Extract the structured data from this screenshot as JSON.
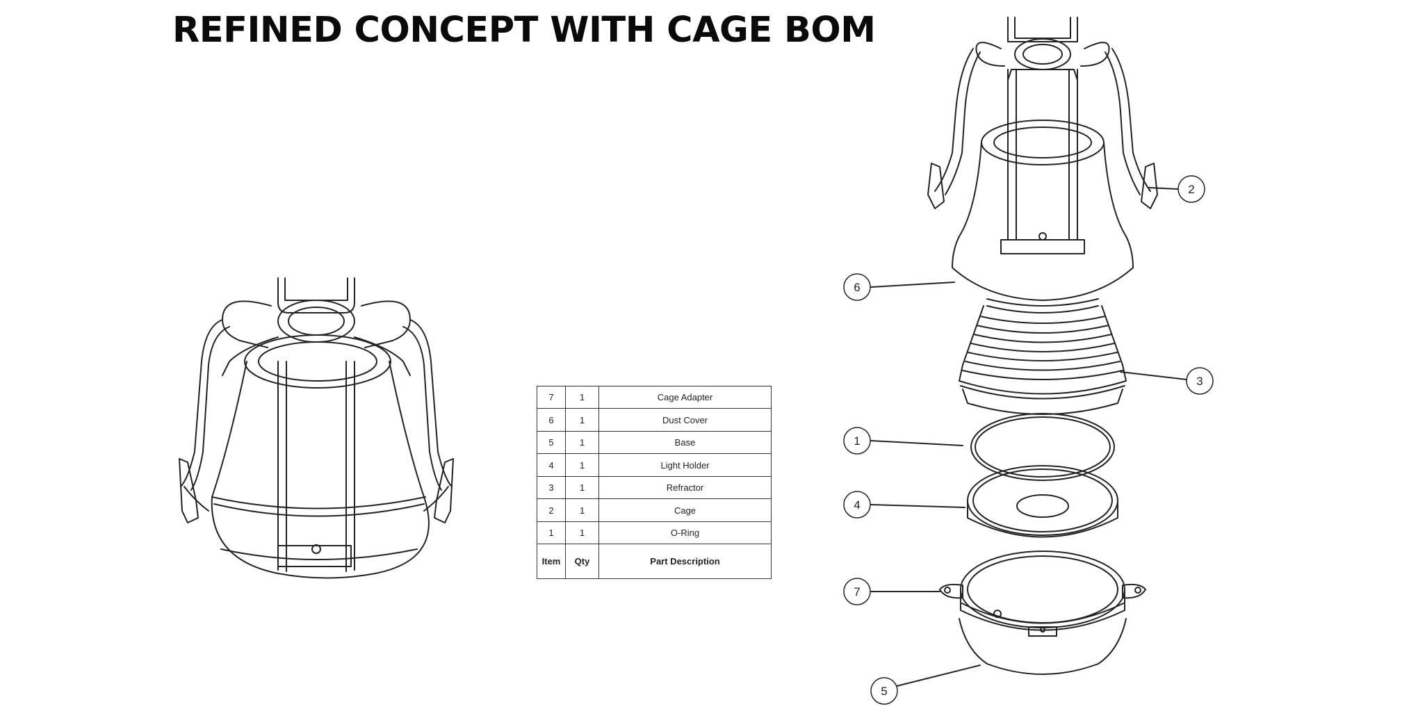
{
  "slide": {
    "title": "REFINED CONCEPT WITH CAGE BOM"
  },
  "bom": {
    "header": {
      "item": "Item",
      "qty": "Qty",
      "description": "Part Description"
    },
    "rows": [
      {
        "item": "7",
        "qty": "1",
        "description": "Cage Adapter"
      },
      {
        "item": "6",
        "qty": "1",
        "description": "Dust Cover"
      },
      {
        "item": "5",
        "qty": "1",
        "description": "Base"
      },
      {
        "item": "4",
        "qty": "1",
        "description": "Light Holder"
      },
      {
        "item": "3",
        "qty": "1",
        "description": "Refractor"
      },
      {
        "item": "2",
        "qty": "1",
        "description": "Cage"
      },
      {
        "item": "1",
        "qty": "1",
        "description": "O-Ring"
      }
    ]
  },
  "callouts": [
    "2",
    "6",
    "3",
    "1",
    "4",
    "7",
    "5"
  ]
}
